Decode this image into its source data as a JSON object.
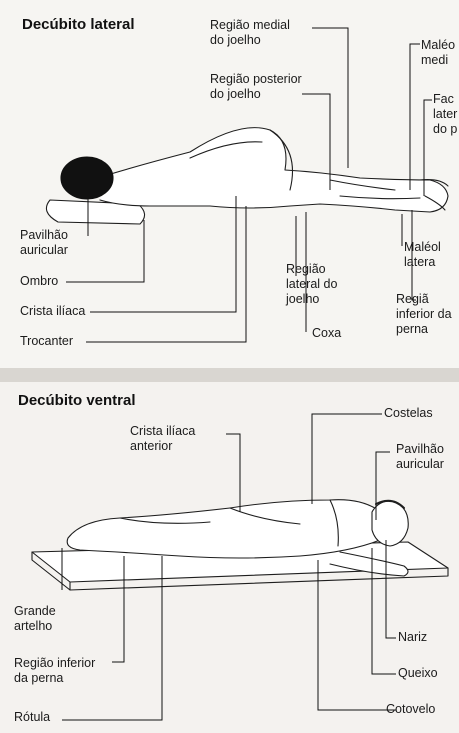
{
  "lateral": {
    "title": "Decúbito lateral",
    "labels": {
      "regiao_medial_joelho": [
        "Região medial",
        "do joelho"
      ],
      "regiao_posterior_joelho": [
        "Região posterior",
        "do joelho"
      ],
      "maleolo_medial": [
        "Maléo",
        "medi"
      ],
      "face_lateral_pe": [
        "Fac",
        "later",
        "do p"
      ],
      "pavilhao_auricular": [
        "Pavilhão",
        "auricular"
      ],
      "ombro": "Ombro",
      "crista_iliaca": "Crista ilíaca",
      "trocanter": "Trocanter",
      "regiao_lateral_joelho": [
        "Região",
        "lateral do",
        "joelho"
      ],
      "coxa": "Coxa",
      "maleolo_lateral": [
        "Maléol",
        "latera"
      ],
      "regiao_inferior_perna": [
        "Regiã",
        "inferior da",
        "perna"
      ]
    }
  },
  "ventral": {
    "title": "Decúbito ventral",
    "labels": {
      "crista_iliaca_anterior": [
        "Crista ilíaca",
        "anterior"
      ],
      "costelas": "Costelas",
      "pavilhao_auricular": [
        "Pavilhão",
        "auricular"
      ],
      "grande_artelho": [
        "Grande",
        "artelho"
      ],
      "regiao_inferior_perna": [
        "Região inferior",
        "da perna"
      ],
      "rotula": "Rótula",
      "nariz": "Nariz",
      "queixo": "Queixo",
      "cotovelo": "Cotovelo"
    }
  }
}
